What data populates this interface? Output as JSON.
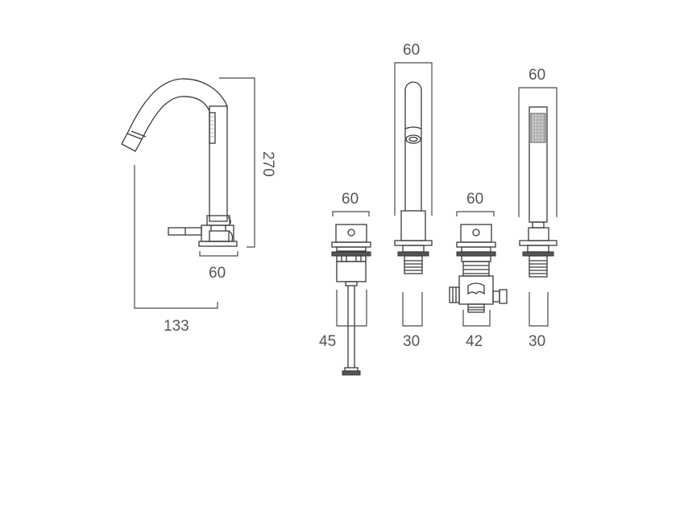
{
  "diagram": {
    "type": "technical-dimension-drawing",
    "subject": "Four-hole bath / basin mixer set with pull-out hand shower",
    "units": "mm",
    "components": [
      {
        "id": "spout",
        "name": "Swan-neck spout with side lever",
        "dimensions": {
          "height": "270",
          "base_width": "60",
          "projection": "133"
        }
      },
      {
        "id": "cold-valve",
        "name": "Deck valve with long tail",
        "dimensions": {
          "top_width": "60",
          "tail_width": "45"
        }
      },
      {
        "id": "tall-spout",
        "name": "Tall tube spout",
        "dimensions": {
          "top_width": "60",
          "tail_width": "30"
        }
      },
      {
        "id": "diverter-valve",
        "name": "Deck valve with diverter body",
        "dimensions": {
          "top_width": "60",
          "body_width": "42"
        }
      },
      {
        "id": "hand-shower",
        "name": "Hand shower on deck holder",
        "dimensions": {
          "top_width": "60",
          "tail_width": "30"
        }
      }
    ],
    "labels": {
      "spout_height": "270",
      "spout_base": "60",
      "spout_projection": "133",
      "valve1_top": "60",
      "valve1_tail": "45",
      "tallspout_top": "60",
      "tallspout_tail": "30",
      "valve2_top": "60",
      "valve2_body": "42",
      "shower_top": "60",
      "shower_tail": "30"
    },
    "colors": {
      "line": "#3a3a3a",
      "text": "#555555",
      "background": "#ffffff"
    }
  }
}
